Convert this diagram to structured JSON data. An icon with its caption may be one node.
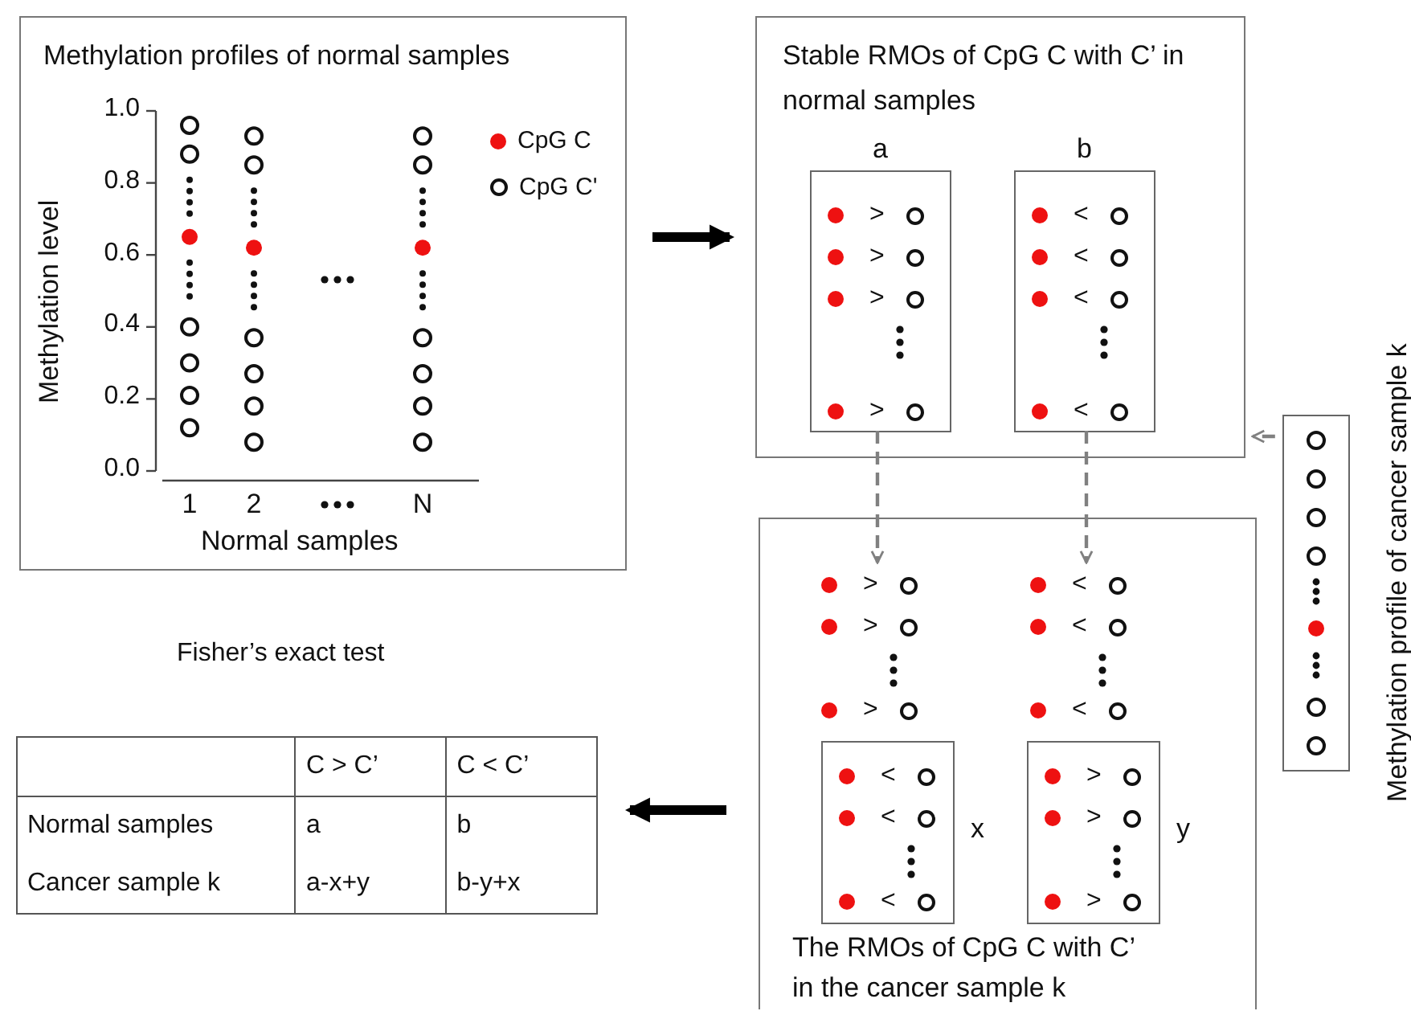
{
  "diagram": {
    "nodes": [
      {
        "text": [
          "Methylation profiles of normal samples"
        ]
      },
      {
        "text": [
          "Stable RMOs of CpG C with C’ in normal samples"
        ]
      },
      {
        "text": [
          ">",
          ">",
          ">",
          ">"
        ],
        "in": 1,
        "beside": [
          "a"
        ]
      },
      {
        "text": [
          "<",
          "<",
          "<",
          "<"
        ],
        "in": 1,
        "beside": [
          "b"
        ]
      },
      {
        "text": [
          "The RMOs of CpG C with C’ in the cancer sample k"
        ]
      },
      {
        "text": [
          ">",
          ">",
          ">"
        ],
        "in": 4
      },
      {
        "text": [
          "<",
          "<",
          "<"
        ],
        "in": 4,
        "beside": [
          "x"
        ]
      },
      {
        "text": [
          "<",
          "<",
          "<"
        ],
        "in": 4
      },
      {
        "text": [
          ">",
          ">",
          ">"
        ],
        "in": 4,
        "beside": [
          "y"
        ]
      },
      {
        "text": [],
        "shape": "box",
        "beside": [
          "Methylation profile of cancer sample k"
        ]
      },
      {
        "text": [
          "Fisher’s exact test",
          "C > C’",
          "C < C’",
          "Normal samples",
          "a",
          "b",
          "Cancer sample k",
          "a-x+y",
          "b-y+x"
        ]
      }
    ],
    "edges": [
      {
        "from": 0,
        "to": 1,
        "arrow": "to",
        "style": "thick",
        "color": "#000000"
      },
      {
        "from": 2,
        "to": 5,
        "arrow": "to",
        "style": "dashed"
      },
      {
        "from": 3,
        "to": 7,
        "arrow": "to",
        "style": "dashed"
      },
      {
        "from": 9,
        "to": 1,
        "arrow": "to",
        "style": "dashed"
      },
      {
        "from": 4,
        "to": 10,
        "arrow": "to",
        "style": "thick",
        "color": "#000000"
      }
    ],
    "labels": [
      "1.0",
      "0.8",
      "0.6",
      "0.4",
      "0.2",
      "0.0",
      "Methylation level",
      "1",
      "2",
      "N",
      "Normal samples"
    ],
    "legend": [
      {
        "text": "CpG C"
      },
      {
        "text": "CpG C'"
      }
    ]
  }
}
